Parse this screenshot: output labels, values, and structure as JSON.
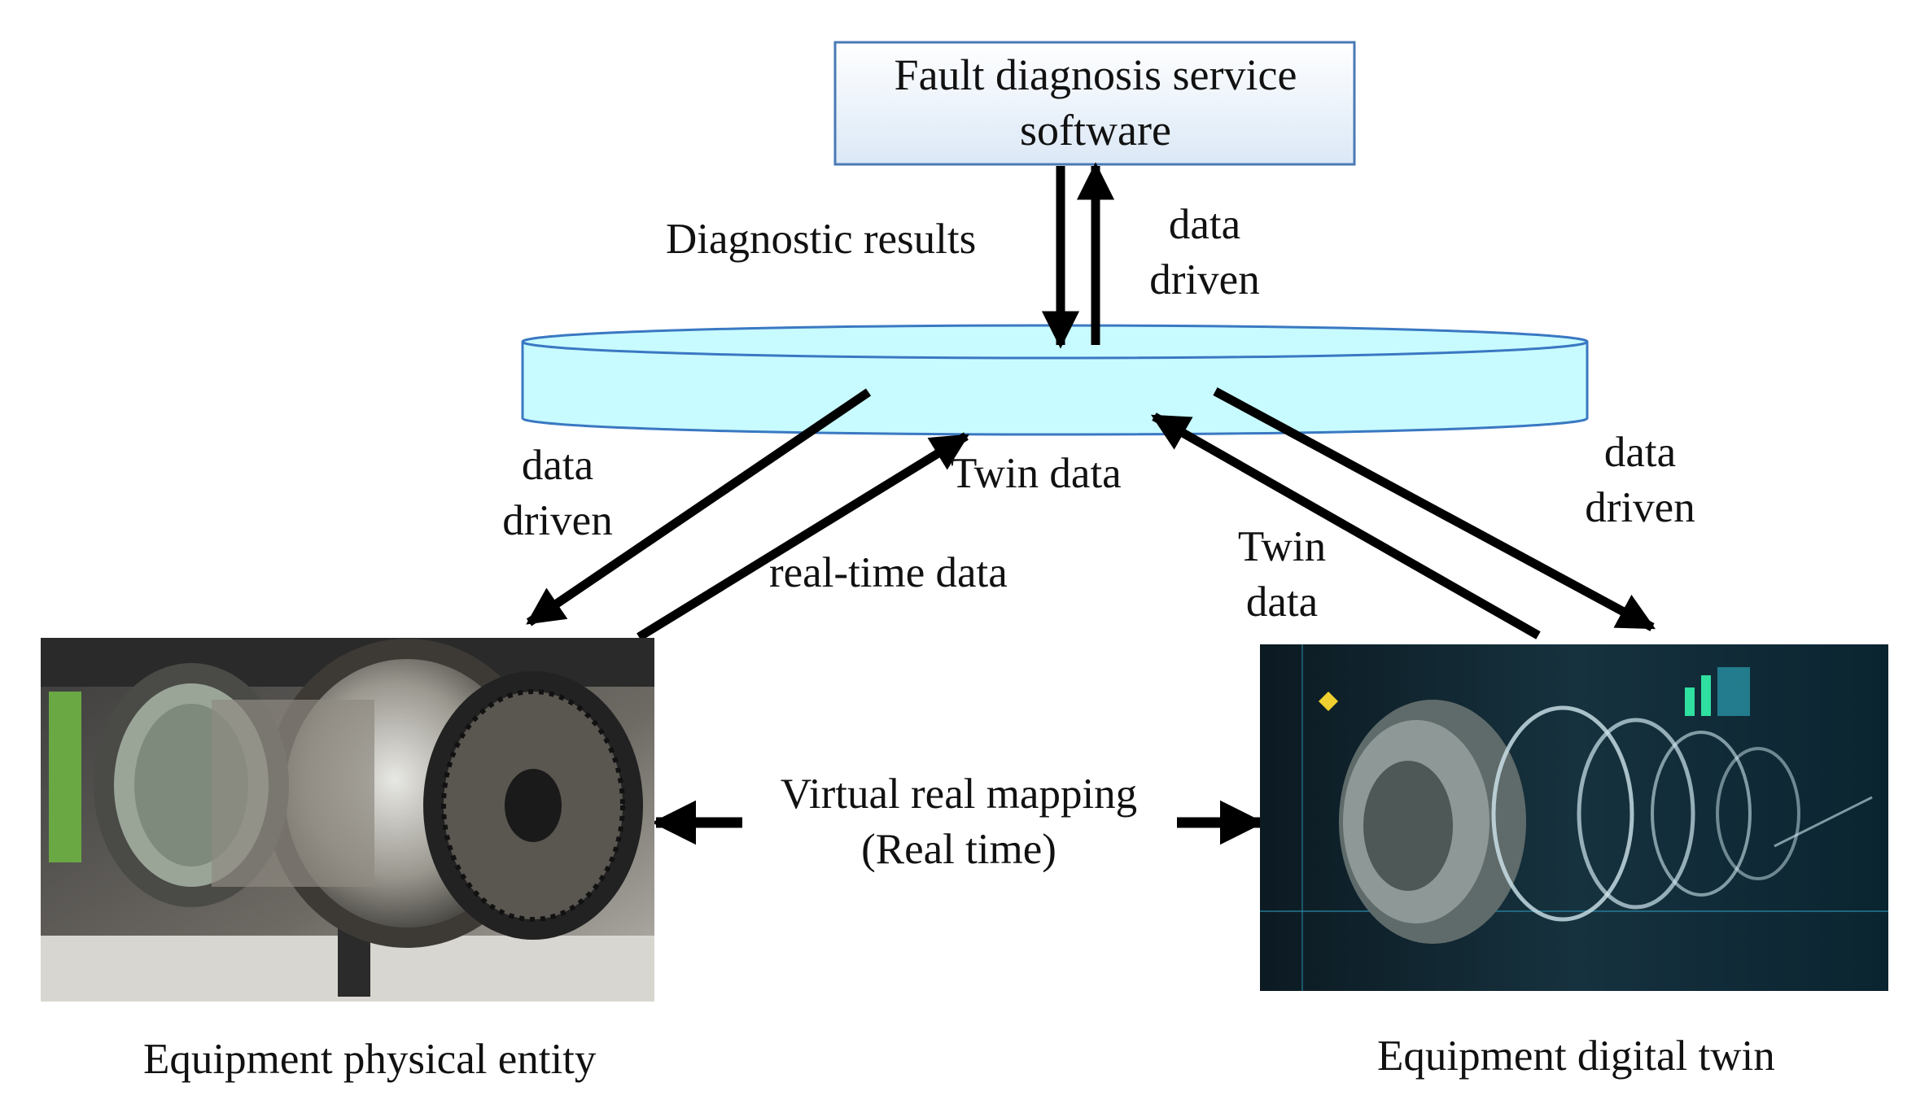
{
  "service_box": {
    "label_line1": "Fault diagnosis service",
    "label_line2": "software"
  },
  "labels": {
    "diagnostic_results": "Diagnostic results",
    "top_data_driven_line1": "data",
    "top_data_driven_line2": "driven",
    "left_data_driven_line1": "data",
    "left_data_driven_line2": "driven",
    "twin_data_center": "Twin data",
    "real_time_data": "real-time data",
    "right_twin_data_line1": "Twin",
    "right_twin_data_line2": "data",
    "right_data_driven_line1": "data",
    "right_data_driven_line2": "driven",
    "mapping_line1": "Virtual real mapping",
    "mapping_line2": "(Real time)",
    "physical_entity": "Equipment physical entity",
    "digital_twin": "Equipment digital twin"
  },
  "colors": {
    "box_border": "#4a7ab5",
    "box_fill_top": "#ffffff",
    "box_fill_bottom": "#dbe8f6",
    "disk_fill": "#c8fbff",
    "disk_border": "#3a78c2",
    "arrow": "#000000"
  }
}
